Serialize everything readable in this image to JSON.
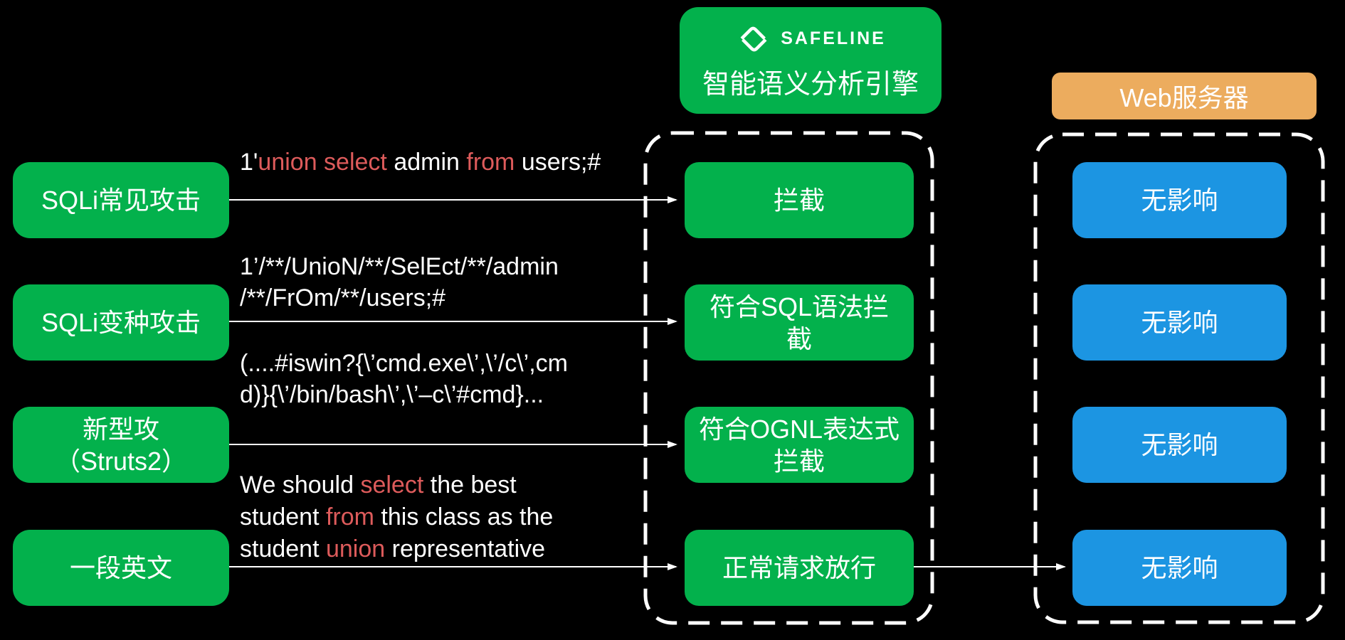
{
  "colors": {
    "bg": "#000000",
    "green": "#03B14C",
    "blue": "#1C95E2",
    "orange": "#ECAC5E",
    "red": "#DD5B5B",
    "white": "#FFFFFF"
  },
  "engine_header": {
    "brand": "SAFELINE",
    "title": "智能语义分析引擎",
    "logo_icon": "safeline-interlocked-s"
  },
  "server_header": {
    "title": "Web服务器"
  },
  "attack_rows": [
    {
      "label": "SQLi常见攻击",
      "engine_result": "拦截",
      "server_result": "无影响",
      "payload_lines": [
        [
          {
            "t": "1'"
          },
          {
            "t": "union select",
            "hl": true
          },
          {
            "t": " admin "
          },
          {
            "t": "from",
            "hl": true
          },
          {
            "t": " users;#"
          }
        ]
      ]
    },
    {
      "label": "SQLi变种攻击",
      "engine_result": "符合SQL语法拦\n截",
      "server_result": "无影响",
      "payload_lines": [
        [
          {
            "t": "1’/**/UnioN/**/SelEct/**/admin"
          }
        ],
        [
          {
            "t": "/**/FrOm/**/users;#"
          }
        ]
      ]
    },
    {
      "label": "新型攻\n（Struts2）",
      "engine_result": "符合OGNL表达式\n拦截",
      "server_result": "无影响",
      "payload_lines": [
        [
          {
            "t": "(....#iswin?{\\’cmd.exe\\’,\\’/c\\’,cm"
          }
        ],
        [
          {
            "t": "d)}{\\’/bin/bash\\’,\\’–c\\’#cmd}..."
          }
        ]
      ]
    },
    {
      "label": "一段英文",
      "engine_result": "正常请求放行",
      "server_result": "无影响",
      "payload_lines": [
        [
          {
            "t": "We should "
          },
          {
            "t": "select",
            "hl": true
          },
          {
            "t": " the best"
          }
        ],
        [
          {
            "t": "student "
          },
          {
            "t": "from",
            "hl": true
          },
          {
            "t": " this class as the"
          }
        ],
        [
          {
            "t": "student "
          },
          {
            "t": "union",
            "hl": true
          },
          {
            "t": " representative"
          }
        ]
      ]
    }
  ]
}
